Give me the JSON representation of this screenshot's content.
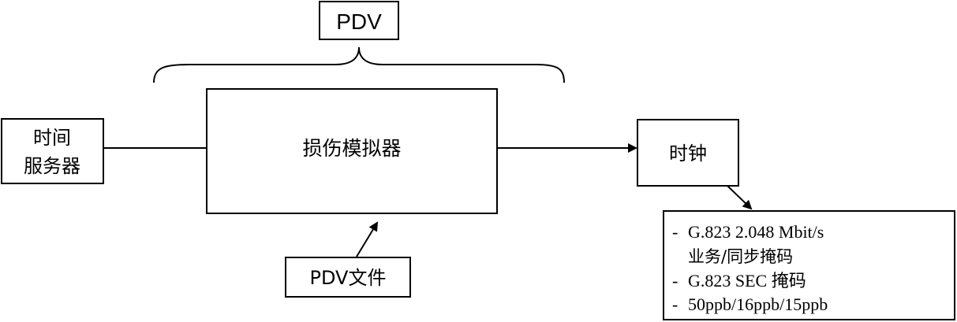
{
  "pdv_label": "PDV",
  "time_server": {
    "line1": "时间",
    "line2": "服务器"
  },
  "impairment_emulator": "损伤模拟器",
  "clock": "时钟",
  "pdv_file": "PDV文件",
  "requirements": [
    {
      "bullet": "-",
      "text": "G.823 2.048 Mbit/s"
    },
    {
      "bullet": "",
      "text": "业务/同步掩码"
    },
    {
      "bullet": "-",
      "text": "G.823 SEC 掩码"
    },
    {
      "bullet": "-",
      "text": "50ppb/16ppb/15ppb"
    }
  ]
}
